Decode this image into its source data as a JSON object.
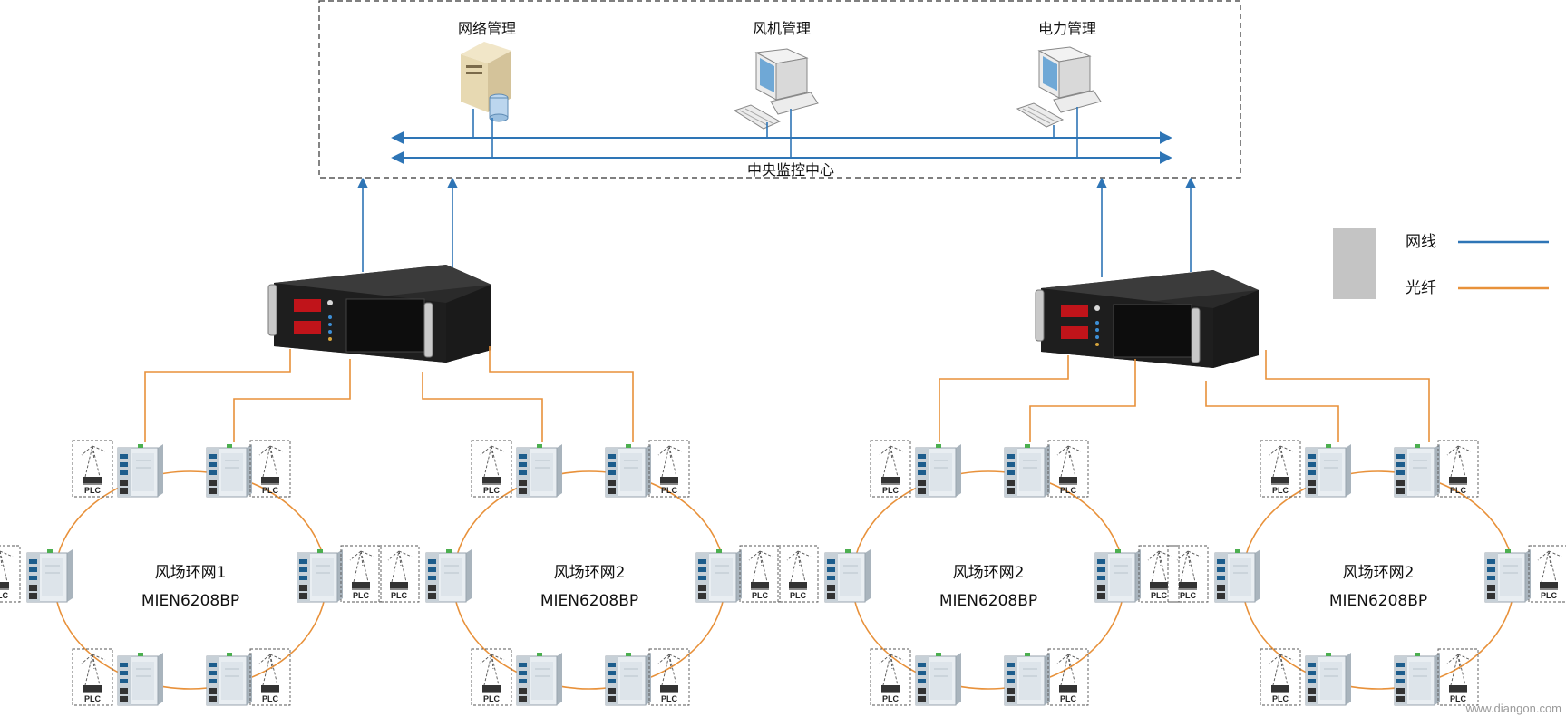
{
  "central": {
    "title": "中央监控中心",
    "stations": [
      {
        "label": "网络管理",
        "icon": "server-icon"
      },
      {
        "label": "风机管理",
        "icon": "workstation-icon"
      },
      {
        "label": "电力管理",
        "icon": "workstation-icon"
      }
    ]
  },
  "legend": {
    "items": [
      {
        "label": "网线",
        "color": "#2e75b6"
      },
      {
        "label": "光纤",
        "color": "#e8913a"
      }
    ]
  },
  "rings": [
    {
      "name": "风场环网1",
      "model": "MIEN6208BP"
    },
    {
      "name": "风场环网2",
      "model": "MIEN6208BP"
    },
    {
      "name": "风场环网2",
      "model": "MIEN6208BP"
    },
    {
      "name": "风场环网2",
      "model": "MIEN6208BP"
    }
  ],
  "plc_label": "PLC",
  "watermark": "www.diangon.com",
  "colors": {
    "network_cable": "#2e75b6",
    "fiber": "#e8913a",
    "chassis": "#1e1e1e"
  }
}
